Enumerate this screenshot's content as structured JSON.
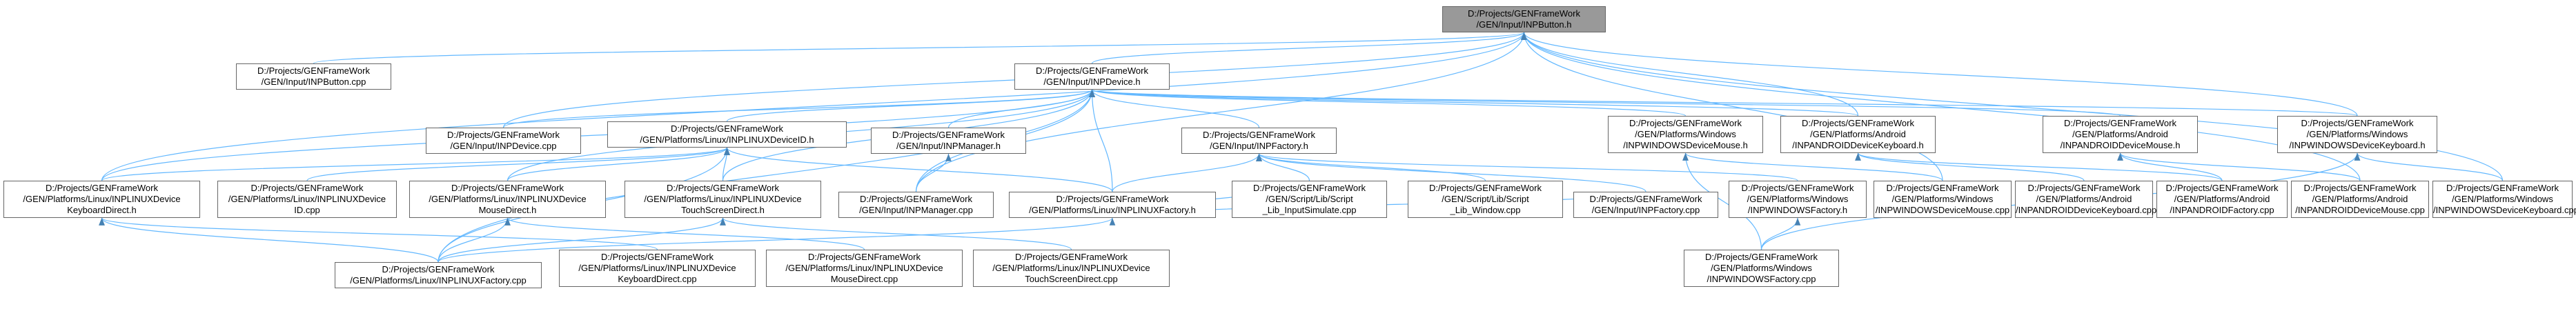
{
  "colors": {
    "edge": "#63b8ff",
    "node_border": "#666666",
    "node_fill": "#ffffff",
    "root_fill": "#999999"
  },
  "nodes": [
    {
      "id": "inpbutton_h",
      "lines": [
        "D:/Projects/GENFrameWork",
        "/GEN/Input/INPButton.h"
      ],
      "root": true
    },
    {
      "id": "inpbutton_cpp",
      "lines": [
        "D:/Projects/GENFrameWork",
        "/GEN/Input/INPButton.cpp"
      ]
    },
    {
      "id": "inpdevice_h",
      "lines": [
        "D:/Projects/GENFrameWork",
        "/GEN/Input/INPDevice.h"
      ]
    },
    {
      "id": "inpdevice_cpp",
      "lines": [
        "D:/Projects/GENFrameWork",
        "/GEN/Input/INPDevice.cpp"
      ]
    },
    {
      "id": "linux_device_h",
      "lines": [
        "D:/Projects/GENFrameWork",
        "/GEN/Platforms/Linux/INPLINUXDeviceID.h"
      ]
    },
    {
      "id": "inpmanager_h",
      "lines": [
        "D:/Projects/GENFrameWork",
        "/GEN/Input/INPManager.h"
      ]
    },
    {
      "id": "inpfactory_h",
      "lines": [
        "D:/Projects/GENFrameWork",
        "/GEN/Input/INPFactory.h"
      ]
    },
    {
      "id": "win_mouse_h",
      "lines": [
        "D:/Projects/GENFrameWork",
        "/GEN/Platforms/Windows",
        "/INPWINDOWSDeviceMouse.h"
      ]
    },
    {
      "id": "and_keyboard_h",
      "lines": [
        "D:/Projects/GENFrameWork",
        "/GEN/Platforms/Android",
        "/INPANDROIDDeviceKeyboard.h"
      ]
    },
    {
      "id": "and_mouse_h",
      "lines": [
        "D:/Projects/GENFrameWork",
        "/GEN/Platforms/Android",
        "/INPANDROIDDeviceMouse.h"
      ]
    },
    {
      "id": "win_keyboard_h",
      "lines": [
        "D:/Projects/GENFrameWork",
        "/GEN/Platforms/Windows",
        "/INPWINDOWSDeviceKeyboard.h"
      ]
    },
    {
      "id": "linux_kbd_direct_h",
      "lines": [
        "D:/Projects/GENFrameWork",
        "/GEN/Platforms/Linux/INPLINUXDevice",
        "KeyboardDirect.h"
      ]
    },
    {
      "id": "linux_device_id_cpp",
      "lines": [
        "D:/Projects/GENFrameWork",
        "/GEN/Platforms/Linux/INPLINUXDevice",
        "ID.cpp"
      ]
    },
    {
      "id": "linux_mouse_direct_h",
      "lines": [
        "D:/Projects/GENFrameWork",
        "/GEN/Platforms/Linux/INPLINUXDevice",
        "MouseDirect.h"
      ]
    },
    {
      "id": "linux_touch_direct_h",
      "lines": [
        "D:/Projects/GENFrameWork",
        "/GEN/Platforms/Linux/INPLINUXDevice",
        "TouchScreenDirect.h"
      ]
    },
    {
      "id": "inpmanager_cpp",
      "lines": [
        "D:/Projects/GENFrameWork",
        "/GEN/Input/INPManager.cpp"
      ]
    },
    {
      "id": "linux_factory_h",
      "lines": [
        "D:/Projects/GENFrameWork",
        "/GEN/Platforms/Linux/INPLINUXFactory.h"
      ]
    },
    {
      "id": "script_inputsim_cpp",
      "lines": [
        "D:/Projects/GENFrameWork",
        "/GEN/Script/Lib/Script",
        "_Lib_InputSimulate.cpp"
      ]
    },
    {
      "id": "script_window_cpp",
      "lines": [
        "D:/Projects/GENFrameWork",
        "/GEN/Script/Lib/Script",
        "_Lib_Window.cpp"
      ]
    },
    {
      "id": "inpfactory_cpp",
      "lines": [
        "D:/Projects/GENFrameWork",
        "/GEN/Input/INPFactory.cpp"
      ]
    },
    {
      "id": "win_factory_h",
      "lines": [
        "D:/Projects/GENFrameWork",
        "/GEN/Platforms/Windows",
        "/INPWINDOWSFactory.h"
      ]
    },
    {
      "id": "win_mouse_cpp",
      "lines": [
        "D:/Projects/GENFrameWork",
        "/GEN/Platforms/Windows",
        "/INPWINDOWSDeviceMouse.cpp"
      ]
    },
    {
      "id": "and_keyboard_cpp",
      "lines": [
        "D:/Projects/GENFrameWork",
        "/GEN/Platforms/Android",
        "/INPANDROIDDeviceKeyboard.cpp"
      ]
    },
    {
      "id": "and_factory_cpp",
      "lines": [
        "D:/Projects/GENFrameWork",
        "/GEN/Platforms/Android",
        "/INPANDROIDFactory.cpp"
      ]
    },
    {
      "id": "and_mouse_cpp",
      "lines": [
        "D:/Projects/GENFrameWork",
        "/GEN/Platforms/Android",
        "/INPANDROIDDeviceMouse.cpp"
      ]
    },
    {
      "id": "win_keyboard_cpp",
      "lines": [
        "D:/Projects/GENFrameWork",
        "/GEN/Platforms/Windows",
        "/INPWINDOWSDeviceKeyboard.cpp"
      ]
    },
    {
      "id": "linux_factory_cpp",
      "lines": [
        "D:/Projects/GENFrameWork",
        "/GEN/Platforms/Linux/INPLINUXFactory.cpp"
      ]
    },
    {
      "id": "linux_kbd_direct_cpp",
      "lines": [
        "D:/Projects/GENFrameWork",
        "/GEN/Platforms/Linux/INPLINUXDevice",
        "KeyboardDirect.cpp"
      ]
    },
    {
      "id": "linux_mouse_direct_cpp",
      "lines": [
        "D:/Projects/GENFrameWork",
        "/GEN/Platforms/Linux/INPLINUXDevice",
        "MouseDirect.cpp"
      ]
    },
    {
      "id": "linux_touch_direct_cpp",
      "lines": [
        "D:/Projects/GENFrameWork",
        "/GEN/Platforms/Linux/INPLINUXDevice",
        "TouchScreenDirect.cpp"
      ]
    },
    {
      "id": "win_factory_cpp",
      "lines": [
        "D:/Projects/GENFrameWork",
        "/GEN/Platforms/Windows",
        "/INPWINDOWSFactory.cpp"
      ]
    }
  ],
  "edges": [
    [
      "inpbutton_cpp",
      "inpbutton_h"
    ],
    [
      "inpdevice_h",
      "inpbutton_h"
    ],
    [
      "inpdevice_cpp",
      "inpbutton_h"
    ],
    [
      "inpmanager_cpp",
      "inpbutton_h"
    ],
    [
      "linux_kbd_direct_h",
      "inpbutton_h"
    ],
    [
      "win_mouse_cpp",
      "inpbutton_h"
    ],
    [
      "and_keyboard_h",
      "inpbutton_h"
    ],
    [
      "and_mouse_cpp",
      "inpbutton_h"
    ],
    [
      "win_keyboard_h",
      "inpbutton_h"
    ],
    [
      "win_keyboard_cpp",
      "inpbutton_h"
    ],
    [
      "inpdevice_cpp",
      "inpdevice_h"
    ],
    [
      "linux_device_h",
      "inpdevice_h"
    ],
    [
      "inpmanager_h",
      "inpdevice_h"
    ],
    [
      "inpfactory_h",
      "inpdevice_h"
    ],
    [
      "win_mouse_h",
      "inpdevice_h"
    ],
    [
      "and_keyboard_h",
      "inpdevice_h"
    ],
    [
      "and_mouse_h",
      "inpdevice_h"
    ],
    [
      "win_keyboard_h",
      "inpdevice_h"
    ],
    [
      "linux_kbd_direct_h",
      "inpdevice_h"
    ],
    [
      "linux_mouse_direct_h",
      "inpdevice_h"
    ],
    [
      "linux_touch_direct_h",
      "inpdevice_h"
    ],
    [
      "inpmanager_cpp",
      "inpdevice_h"
    ],
    [
      "linux_factory_h",
      "inpdevice_h"
    ],
    [
      "linux_factory_cpp",
      "inpdevice_h"
    ],
    [
      "linux_kbd_direct_h",
      "linux_device_h"
    ],
    [
      "linux_device_id_cpp",
      "linux_device_h"
    ],
    [
      "linux_mouse_direct_h",
      "linux_device_h"
    ],
    [
      "linux_touch_direct_h",
      "linux_device_h"
    ],
    [
      "linux_factory_h",
      "linux_device_h"
    ],
    [
      "linux_factory_cpp",
      "linux_device_h"
    ],
    [
      "inpmanager_cpp",
      "inpmanager_h"
    ],
    [
      "linux_factory_h",
      "inpfactory_h"
    ],
    [
      "script_inputsim_cpp",
      "inpfactory_h"
    ],
    [
      "script_window_cpp",
      "inpfactory_h"
    ],
    [
      "inpfactory_cpp",
      "inpfactory_h"
    ],
    [
      "win_factory_h",
      "inpfactory_h"
    ],
    [
      "win_mouse_cpp",
      "win_mouse_h"
    ],
    [
      "win_factory_cpp",
      "win_mouse_h"
    ],
    [
      "and_keyboard_cpp",
      "and_keyboard_h"
    ],
    [
      "and_factory_cpp",
      "and_keyboard_h"
    ],
    [
      "and_factory_cpp",
      "and_mouse_h"
    ],
    [
      "and_mouse_cpp",
      "and_mouse_h"
    ],
    [
      "win_keyboard_cpp",
      "win_keyboard_h"
    ],
    [
      "win_factory_cpp",
      "win_keyboard_h"
    ],
    [
      "linux_factory_cpp",
      "linux_kbd_direct_h"
    ],
    [
      "linux_kbd_direct_cpp",
      "linux_kbd_direct_h"
    ],
    [
      "linux_factory_cpp",
      "linux_mouse_direct_h"
    ],
    [
      "linux_mouse_direct_cpp",
      "linux_mouse_direct_h"
    ],
    [
      "linux_factory_cpp",
      "linux_touch_direct_h"
    ],
    [
      "linux_touch_direct_cpp",
      "linux_touch_direct_h"
    ],
    [
      "linux_factory_cpp",
      "linux_factory_h"
    ],
    [
      "inpfactory_cpp",
      "linux_factory_h"
    ],
    [
      "script_inputsim_cpp",
      "linux_factory_h"
    ],
    [
      "win_factory_cpp",
      "win_factory_h"
    ]
  ]
}
